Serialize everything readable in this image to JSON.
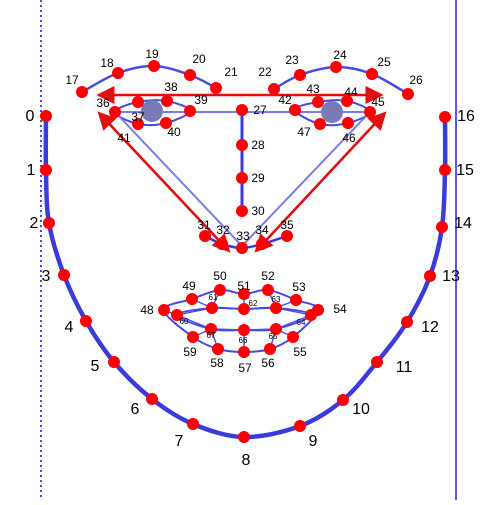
{
  "colors": {
    "background": "#ffffff",
    "landmark": "#ff0000",
    "contour": "#3b3bdc",
    "contour_thin": "#4a4ae0",
    "triangle_light": "#7b7bec",
    "arrow": "#e01010",
    "pupil": "#7a7ab8",
    "guide_dotted": "#4646e6",
    "guide_solid": "#5a5ae6"
  },
  "landmarks": {
    "jaw": [
      "0",
      "1",
      "2",
      "3",
      "4",
      "5",
      "6",
      "7",
      "8",
      "9",
      "10",
      "11",
      "12",
      "13",
      "14",
      "15",
      "16"
    ],
    "brow_left": [
      "17",
      "18",
      "19",
      "20",
      "21"
    ],
    "brow_right": [
      "22",
      "23",
      "24",
      "25",
      "26"
    ],
    "nose": [
      "27",
      "28",
      "29",
      "30",
      "31",
      "32",
      "33",
      "34",
      "35"
    ],
    "eye_left": [
      "36",
      "37",
      "38",
      "39",
      "40",
      "41"
    ],
    "eye_right": [
      "42",
      "43",
      "44",
      "45",
      "46",
      "47"
    ],
    "mouth_outer": [
      "48",
      "49",
      "50",
      "51",
      "52",
      "53",
      "54",
      "55",
      "56",
      "57",
      "58",
      "59"
    ],
    "mouth_inner": [
      "60",
      "61",
      "62",
      "63",
      "64",
      "65",
      "66",
      "67"
    ]
  },
  "icons": {
    "landmark": "red-dot-icon",
    "pupil": "pupil-circle-icon",
    "arrow": "double-headed-arrow-icon"
  }
}
